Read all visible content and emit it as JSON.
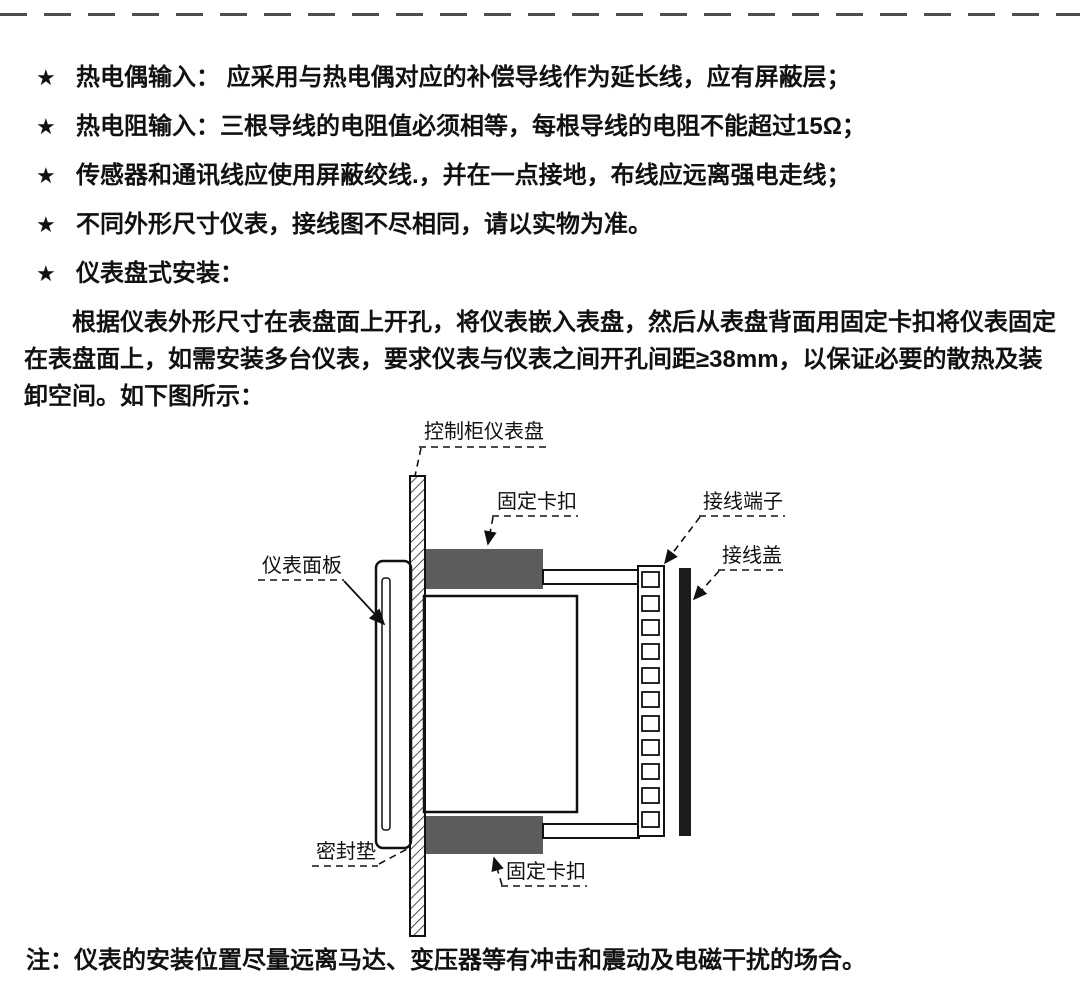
{
  "page": {
    "star": "★",
    "bullets": [
      "热电偶输入： 应采用与热电偶对应的补偿导线作为延长线，应有屏蔽层；",
      "热电阻输入：三根导线的电阻值必须相等，每根导线的电阻不能超过15Ω；",
      "传感器和通讯线应使用屏蔽绞线.，并在一点接地，布线应远离强电走线；",
      "不同外形尺寸仪表，接线图不尽相同，请以实物为准。",
      "仪表盘式安装："
    ],
    "paragraph": "根据仪表外形尺寸在表盘面上开孔，将仪表嵌入表盘，然后从表盘背面用固定卡扣将仪表固定在表盘面上，如需安装多台仪表，要求仪表与仪表之间开孔间距≥38mm，以保证必要的散热及装卸空间。如下图所示：",
    "note": "注：仪表的安装位置尽量远离马达、变压器等有冲击和震动及电磁干扰的场合。"
  },
  "diagram": {
    "labels": {
      "panel": "控制柜仪表盘",
      "clip_top": "固定卡扣",
      "terminal": "接线端子",
      "cover": "接线盖",
      "front_panel": "仪表面板",
      "gasket": "密封垫",
      "clip_bottom": "固定卡扣"
    },
    "colors": {
      "clip_gray": "#5c5c5c",
      "cover_black": "#1c1c1c",
      "line_black": "#111111"
    }
  }
}
